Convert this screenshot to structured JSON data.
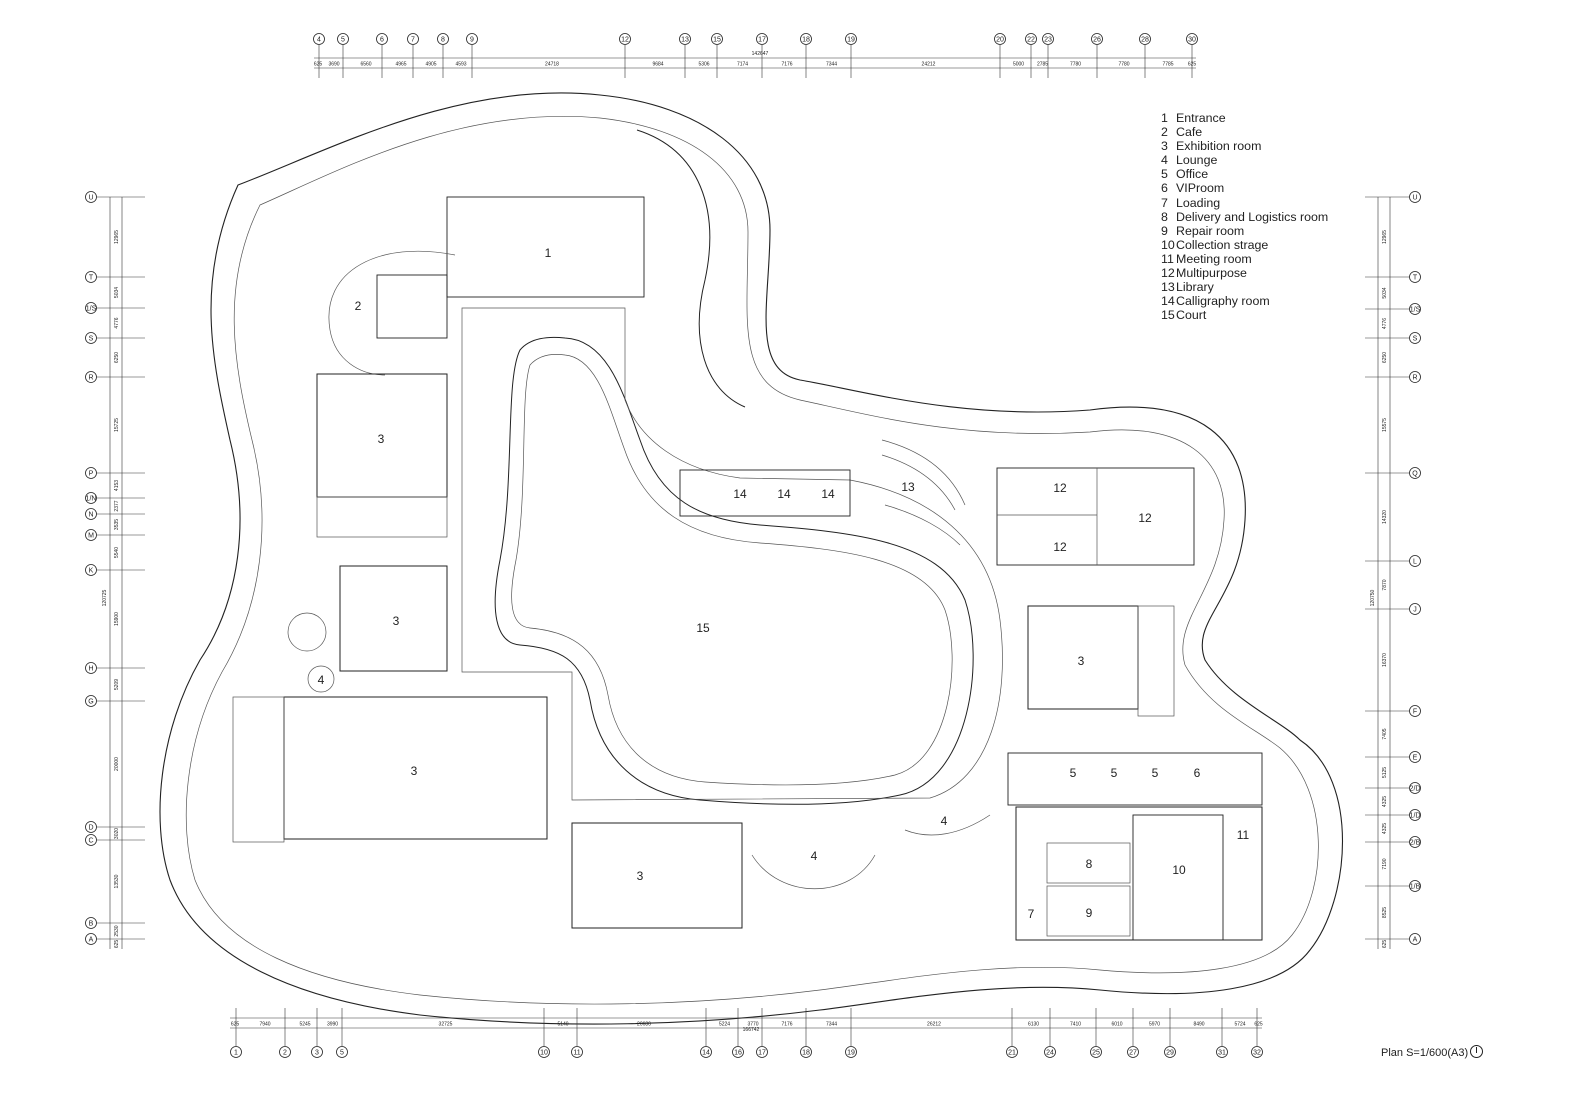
{
  "legend": [
    {
      "num": "1",
      "label": "Entrance"
    },
    {
      "num": "2",
      "label": "Cafe"
    },
    {
      "num": "3",
      "label": "Exhibition room"
    },
    {
      "num": "4",
      "label": "Lounge"
    },
    {
      "num": "5",
      "label": "Office"
    },
    {
      "num": "6",
      "label": "VIProom"
    },
    {
      "num": "7",
      "label": "Loading"
    },
    {
      "num": "8",
      "label": "Delivery and Logistics  room"
    },
    {
      "num": "9",
      "label": "Repair room"
    },
    {
      "num": "10",
      "label": "Collection strage"
    },
    {
      "num": "11",
      "label": "Meeting room"
    },
    {
      "num": "12",
      "label": "Multipurpose"
    },
    {
      "num": "13",
      "label": "Library"
    },
    {
      "num": "14",
      "label": "Calligraphy room"
    },
    {
      "num": "15",
      "label": "Court"
    }
  ],
  "scale_note": "Plan S=1/600(A3)",
  "grid": {
    "top": [
      "4",
      "5",
      "6",
      "7",
      "8",
      "9",
      "12",
      "13",
      "15",
      "17",
      "18",
      "19",
      "20",
      "22",
      "23",
      "26",
      "28",
      "30"
    ],
    "bottom": [
      "1",
      "2",
      "3",
      "5",
      "10",
      "11",
      "14",
      "16",
      "17",
      "18",
      "19",
      "21",
      "24",
      "25",
      "27",
      "29",
      "31",
      "32"
    ],
    "left": [
      "U",
      "T",
      "1/S",
      "S",
      "R",
      "P",
      "1/N",
      "N",
      "M",
      "K",
      "H",
      "G",
      "D",
      "C",
      "B",
      "A"
    ],
    "right": [
      "U",
      "T",
      "1/S",
      "S",
      "R",
      "Q",
      "L",
      "J",
      "F",
      "E",
      "2/D",
      "1/D",
      "2/B",
      "1/B",
      "A"
    ]
  },
  "dims": {
    "top_total": "142647",
    "top": [
      "625",
      "3690",
      "6560",
      "4965",
      "4905",
      "4593",
      "24718",
      "9684",
      "5306",
      "7174",
      "7176",
      "7344",
      "24212",
      "5000",
      "2785",
      "7780",
      "7780",
      "7785",
      "625"
    ],
    "bottom_total": "166742",
    "bottom": [
      "625",
      "7940",
      "5245",
      "3990",
      "32725",
      "5140",
      "20686",
      "5224",
      "3770",
      "7176",
      "7344",
      "26212",
      "6130",
      "7410",
      "6010",
      "5970",
      "8490",
      "5724",
      "625"
    ],
    "left_total": "120725",
    "left": [
      "12965",
      "5034",
      "4776",
      "6250",
      "15725",
      "4153",
      "2377",
      "3535",
      "5540",
      "15900",
      "5209",
      "20000",
      "3020",
      "13530",
      "2530",
      "625"
    ],
    "right_total": "120750",
    "right": [
      "12965",
      "5034",
      "4776",
      "6250",
      "15575",
      "14320",
      "7870",
      "16370",
      "7405",
      "5125",
      "4325",
      "4325",
      "7190",
      "8525",
      "625"
    ]
  },
  "rooms": [
    {
      "label": "1"
    },
    {
      "label": "2"
    },
    {
      "label": "3"
    },
    {
      "label": "3"
    },
    {
      "label": "3"
    },
    {
      "label": "3"
    },
    {
      "label": "3"
    },
    {
      "label": "4"
    },
    {
      "label": "4"
    },
    {
      "label": "4"
    },
    {
      "label": "5"
    },
    {
      "label": "5"
    },
    {
      "label": "5"
    },
    {
      "label": "6"
    },
    {
      "label": "7"
    },
    {
      "label": "8"
    },
    {
      "label": "9"
    },
    {
      "label": "10"
    },
    {
      "label": "11"
    },
    {
      "label": "12"
    },
    {
      "label": "12"
    },
    {
      "label": "12"
    },
    {
      "label": "13"
    },
    {
      "label": "14"
    },
    {
      "label": "14"
    },
    {
      "label": "14"
    },
    {
      "label": "15"
    }
  ]
}
